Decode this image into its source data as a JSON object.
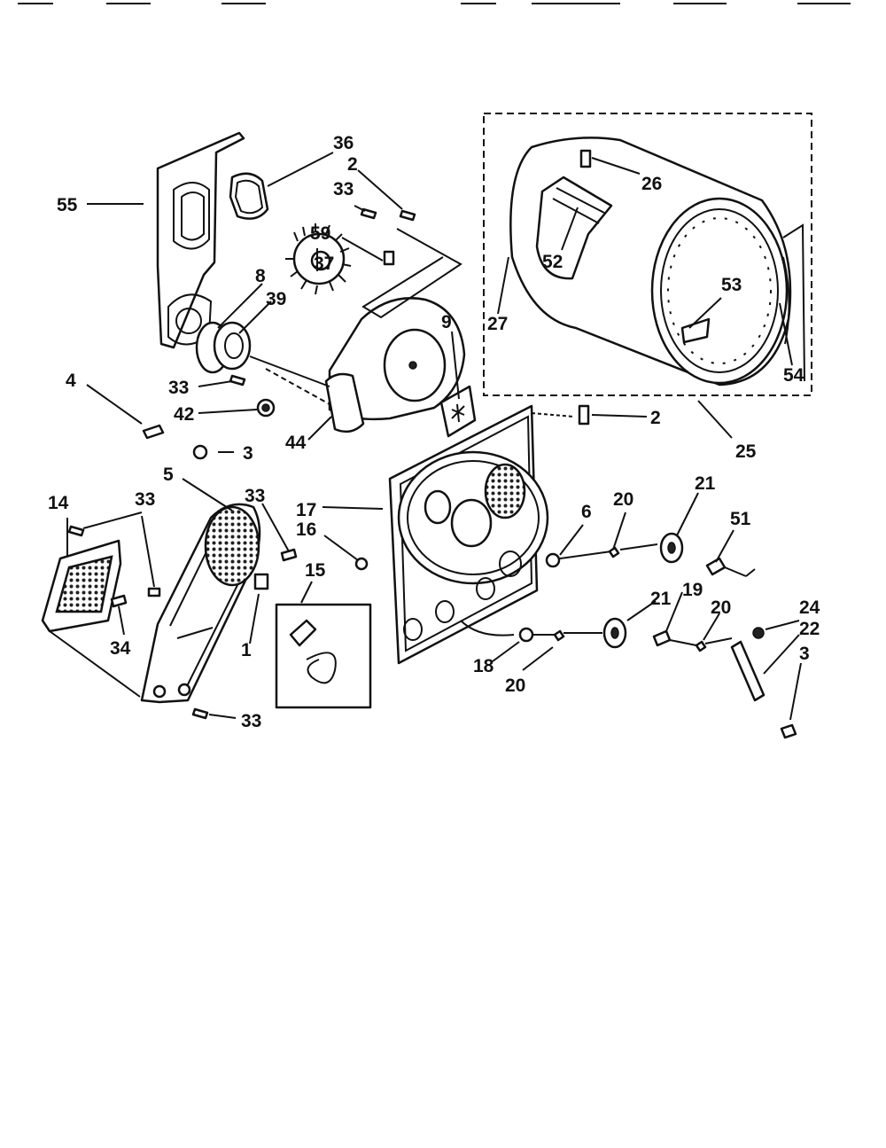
{
  "diagram": {
    "callouts": {
      "p55": "55",
      "p36": "36",
      "p2_top": "2",
      "p33_top": "33",
      "p59": "59",
      "p37": "37",
      "p8": "8",
      "p39": "39",
      "p33_mid": "33",
      "p42": "42",
      "p4": "4",
      "p3_left": "3",
      "p44": "44",
      "p9": "9",
      "p26": "26",
      "p52": "52",
      "p53": "53",
      "p27": "27",
      "p54": "54",
      "p2_right": "2",
      "p25": "25",
      "p5": "5",
      "p14": "14",
      "p33_a": "33",
      "p33_b": "33",
      "p34": "34",
      "p1": "1",
      "p15": "15",
      "p33_bottom": "33",
      "p17": "17",
      "p16": "16",
      "p6": "6",
      "p20_a": "20",
      "p21_a": "21",
      "p51": "51",
      "p19": "19",
      "p20_b": "20",
      "p21_b": "21",
      "p24": "24",
      "p22": "22",
      "p3_right": "3",
      "p18": "18",
      "p20_c": "20"
    }
  }
}
